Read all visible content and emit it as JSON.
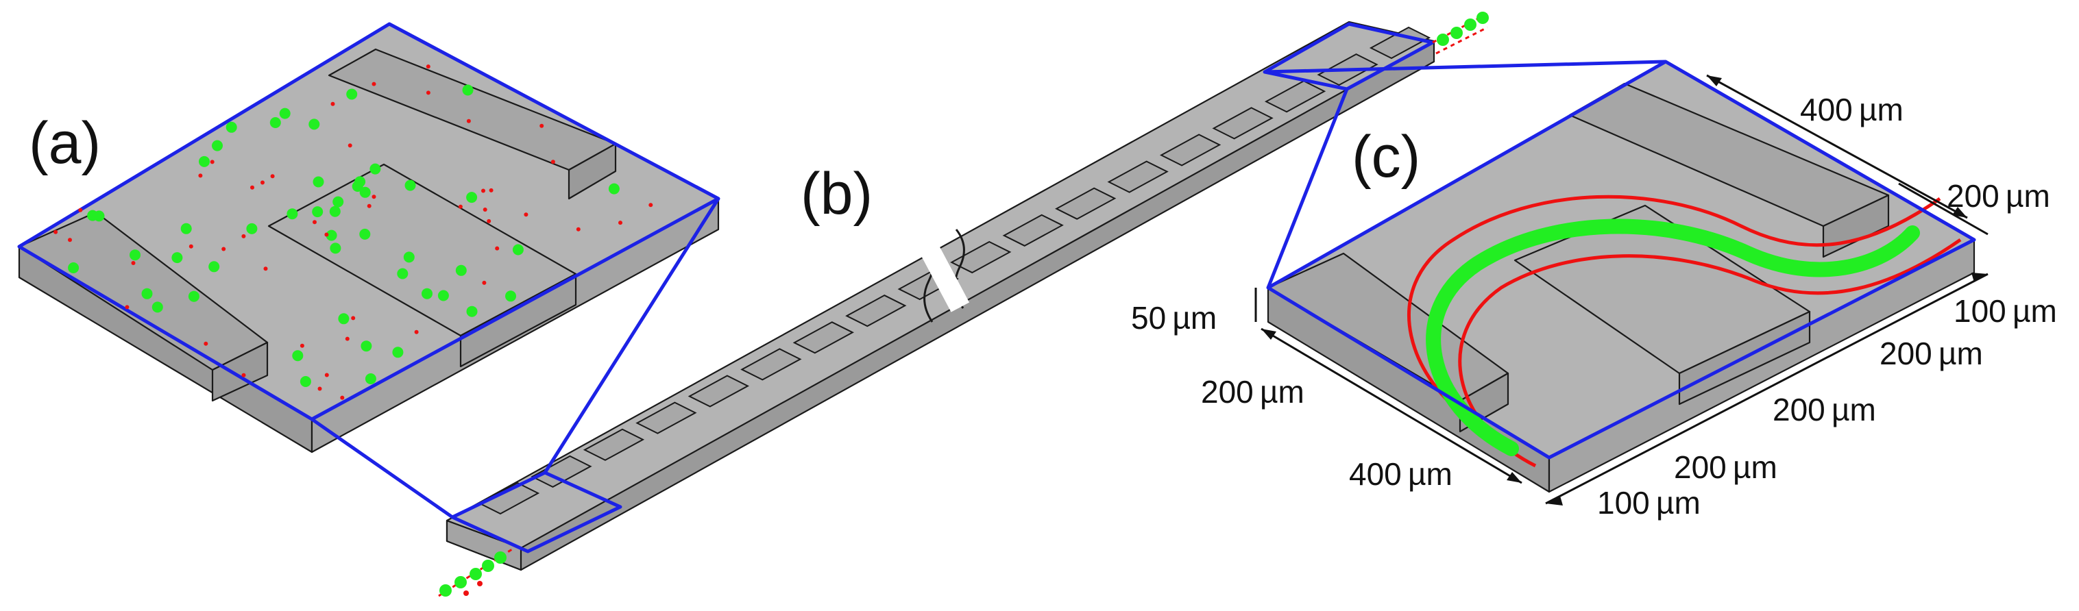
{
  "panels": {
    "a": "(a)",
    "b": "(b)",
    "c": "(c)"
  },
  "dimensions": {
    "top_length": "400 µm",
    "top_width": "200 µm",
    "height": "50 µm",
    "left_short": "200 µm",
    "left_long": "400 µm",
    "right_1": "100 µm",
    "right_2": "200 µm",
    "right_3": "200 µm",
    "right_4": "200 µm",
    "right_5": "100 µm"
  },
  "colors": {
    "block_top": "#b0b0b0",
    "block_side": "#9a9a9a",
    "outline": "#1c22e6",
    "particle_large": "#22ee22",
    "particle_small": "#ee1111",
    "stream_particle": "#22ee22",
    "stream_boundary": "#ee1111"
  }
}
